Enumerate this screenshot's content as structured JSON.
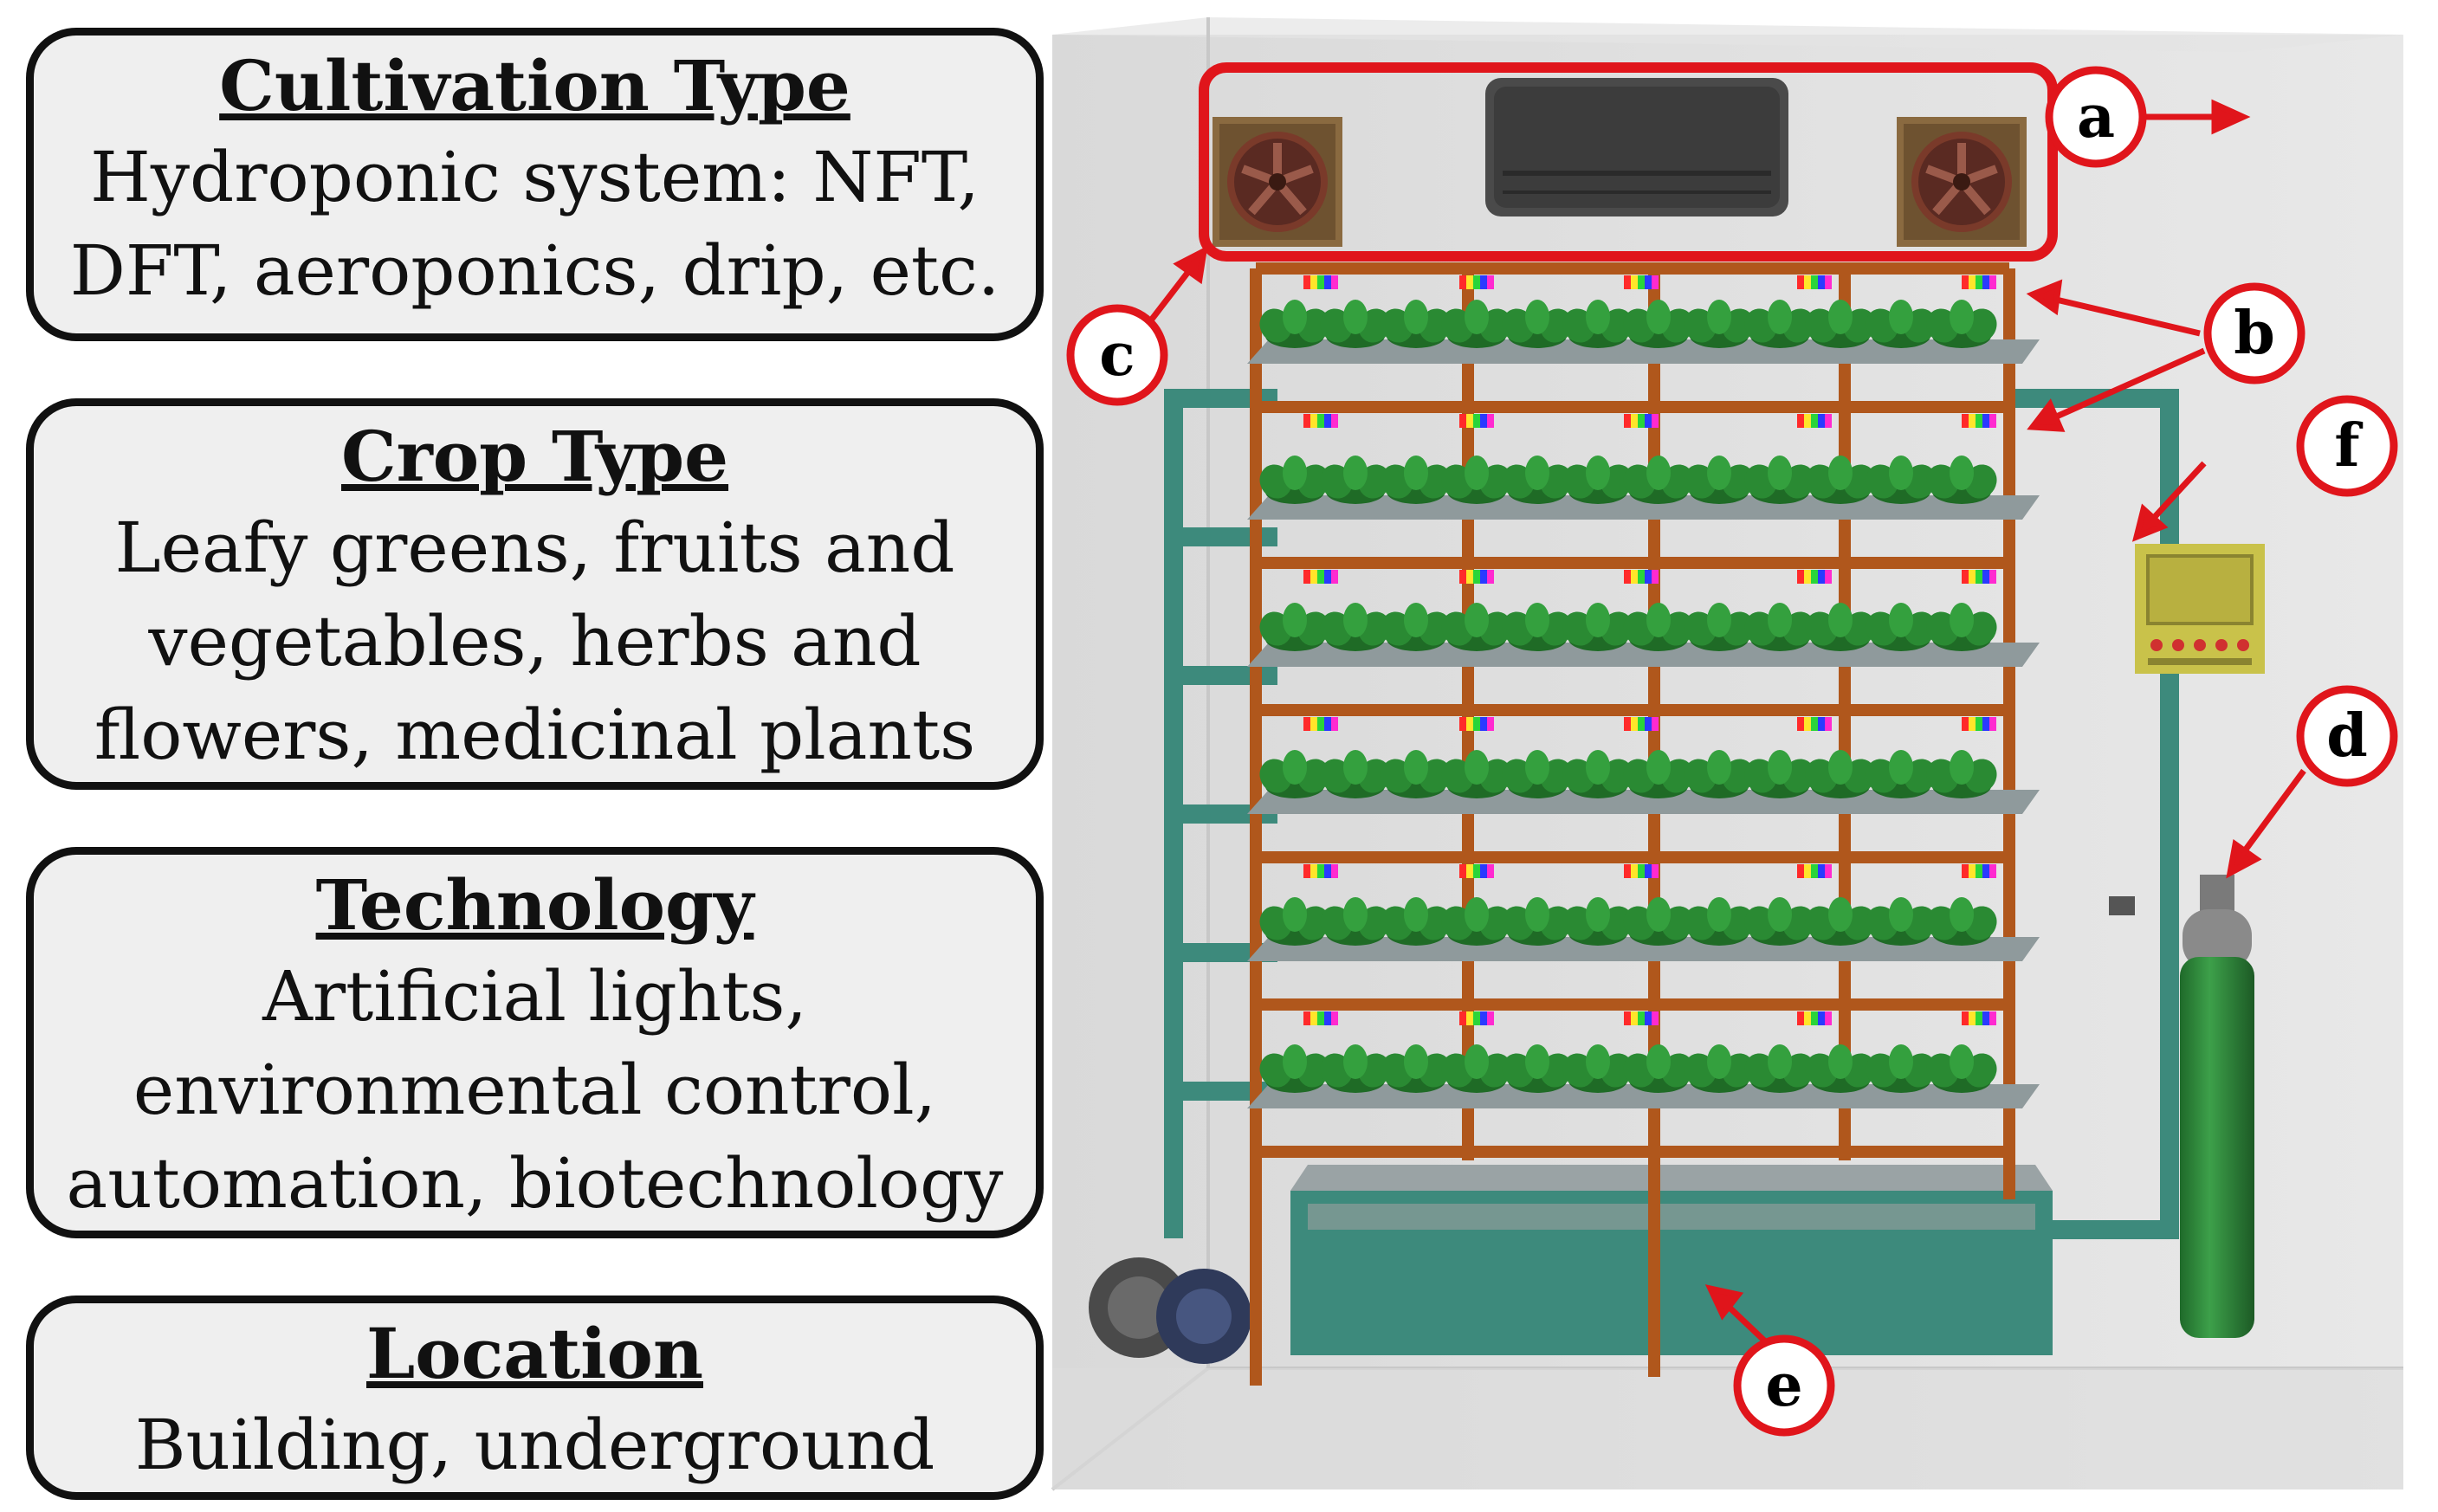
{
  "boxes": [
    {
      "title": "Cultivation  Type",
      "lines": [
        "Hydroponic  system: NFT,",
        "DFT, aeroponics, drip, etc."
      ]
    },
    {
      "title": "Crop  Type",
      "lines": [
        "Leafy greens, fruits and",
        "vegetables, herbs and",
        "flowers, medicinal  plants"
      ]
    },
    {
      "title": "Technology",
      "lines": [
        "Artificial  lights,",
        "environmental  control,",
        "automation, biotechnology"
      ]
    },
    {
      "title": "Location",
      "lines": [
        "Building,  underground"
      ]
    }
  ],
  "markers": {
    "a": "a",
    "b": "b",
    "c": "c",
    "d": "d",
    "e": "e",
    "f": "f"
  },
  "colors": {
    "marker_red": "#e0151b",
    "frame_brown": "#b0571c",
    "plant_green": "#1f6b26",
    "tray_gray": "#8f9a9c",
    "pipe_teal": "#3d8a7c",
    "cylinder_green": "#2f8a3a",
    "panel_yellow": "#c9c24a",
    "box_border": "#111111",
    "box_fill": "#efefef"
  },
  "icons": {
    "fan": "exhaust-fan-icon",
    "ac": "air-conditioner-icon",
    "panel": "control-panel-icon",
    "cylinder": "co2-cylinder-icon",
    "pump": "water-pump-icon",
    "tank": "nutrient-tank-icon",
    "led": "led-light-icon",
    "plant": "lettuce-plant-icon"
  }
}
